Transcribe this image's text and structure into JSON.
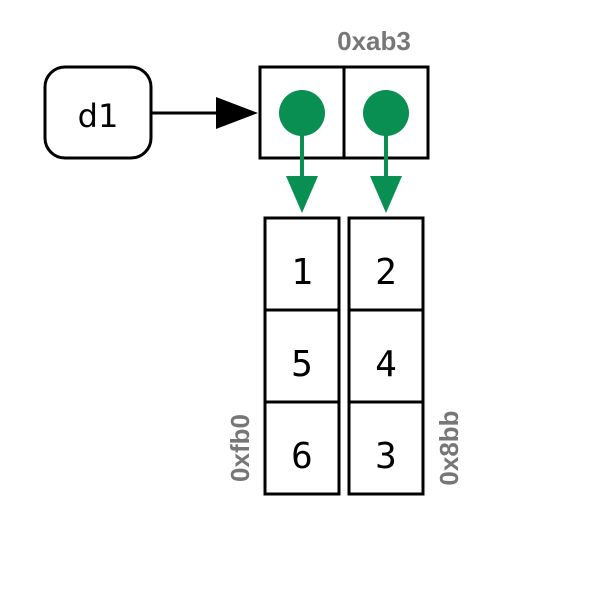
{
  "variable": {
    "name": "d1"
  },
  "list_object": {
    "address": "0xab3",
    "slot_count": 2
  },
  "vectors": [
    {
      "address": "0xfb0",
      "values": [
        "1",
        "5",
        "6"
      ]
    },
    {
      "address": "0x8bb",
      "values": [
        "2",
        "4",
        "3"
      ]
    }
  ],
  "colors": {
    "pointer": "#0a8f53",
    "address_text": "#777777",
    "stroke": "#000000"
  }
}
